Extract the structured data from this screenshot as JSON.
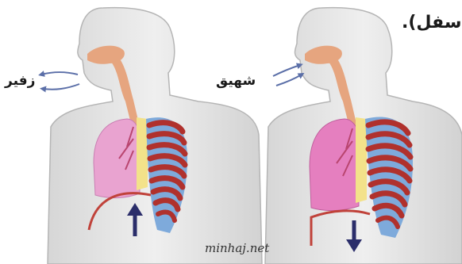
{
  "panels": {
    "exhale": {
      "label": "زفير",
      "diaphragm": "relaxed",
      "arrow": "up"
    },
    "inhale": {
      "label": "شهيق",
      "diaphragm": "contracted",
      "arrow": "down"
    }
  },
  "caption_fragment": "سفل).",
  "watermark": "minhaj.net",
  "colors": {
    "body": "#e4e4e4",
    "body_outline": "#b5b5b5",
    "airway": "#e6a57f",
    "lung_exhale": "#e9a3d0",
    "lung_inhale": "#e57fbf",
    "ribs": "#b0312d",
    "intercostal": "#6ea3d8",
    "arrow": "#2a2d6a",
    "breath_arrow": "#5b6fa8"
  }
}
